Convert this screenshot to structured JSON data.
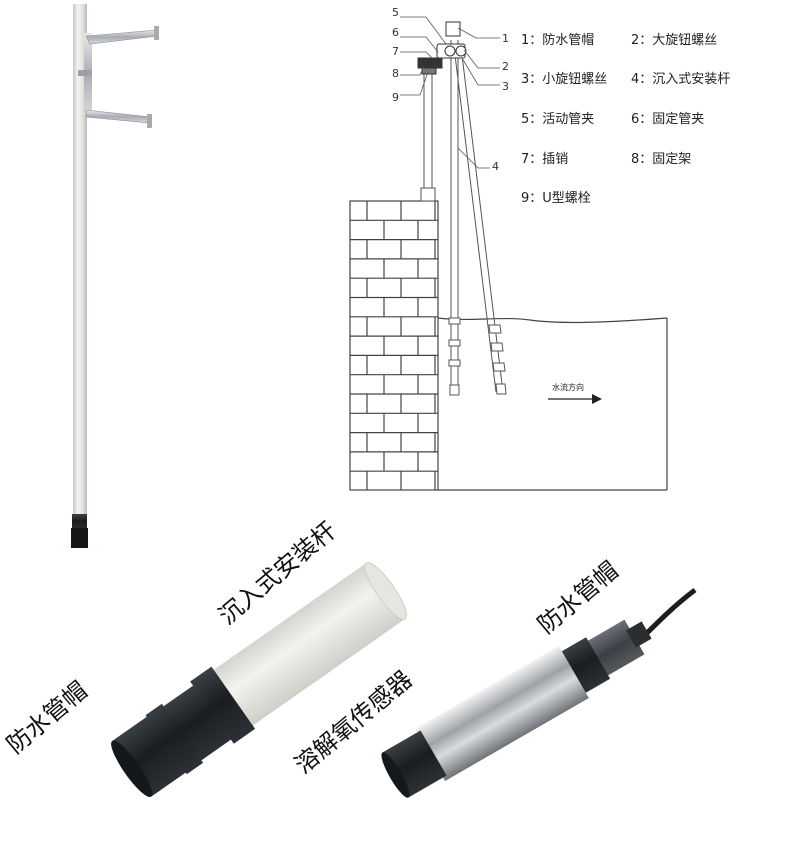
{
  "legend": [
    {
      "num": "1",
      "label": "防水管帽"
    },
    {
      "num": "2",
      "label": "大旋钮螺丝"
    },
    {
      "num": "3",
      "label": "小旋钮螺丝"
    },
    {
      "num": "4",
      "label": "沉入式安装杆"
    },
    {
      "num": "5",
      "label": "活动管夹"
    },
    {
      "num": "6",
      "label": "固定管夹"
    },
    {
      "num": "7",
      "label": "插销"
    },
    {
      "num": "8",
      "label": "固定架"
    },
    {
      "num": "9",
      "label": "U型螺栓"
    }
  ],
  "callouts": [
    "5",
    "6",
    "7",
    "8",
    "9",
    "1",
    "2",
    "3",
    "4"
  ],
  "flow_label": "水流方向",
  "photo_labels": {
    "pole": "沉入式安装杆",
    "cap_left": "防水管帽",
    "cap_right": "防水管帽",
    "sensor": "溶解氧传感器"
  },
  "colors": {
    "line": "#555555",
    "pipe_white": "#ecebe6",
    "cap_black": "#1e2226",
    "steel": "#b8bcc0"
  }
}
